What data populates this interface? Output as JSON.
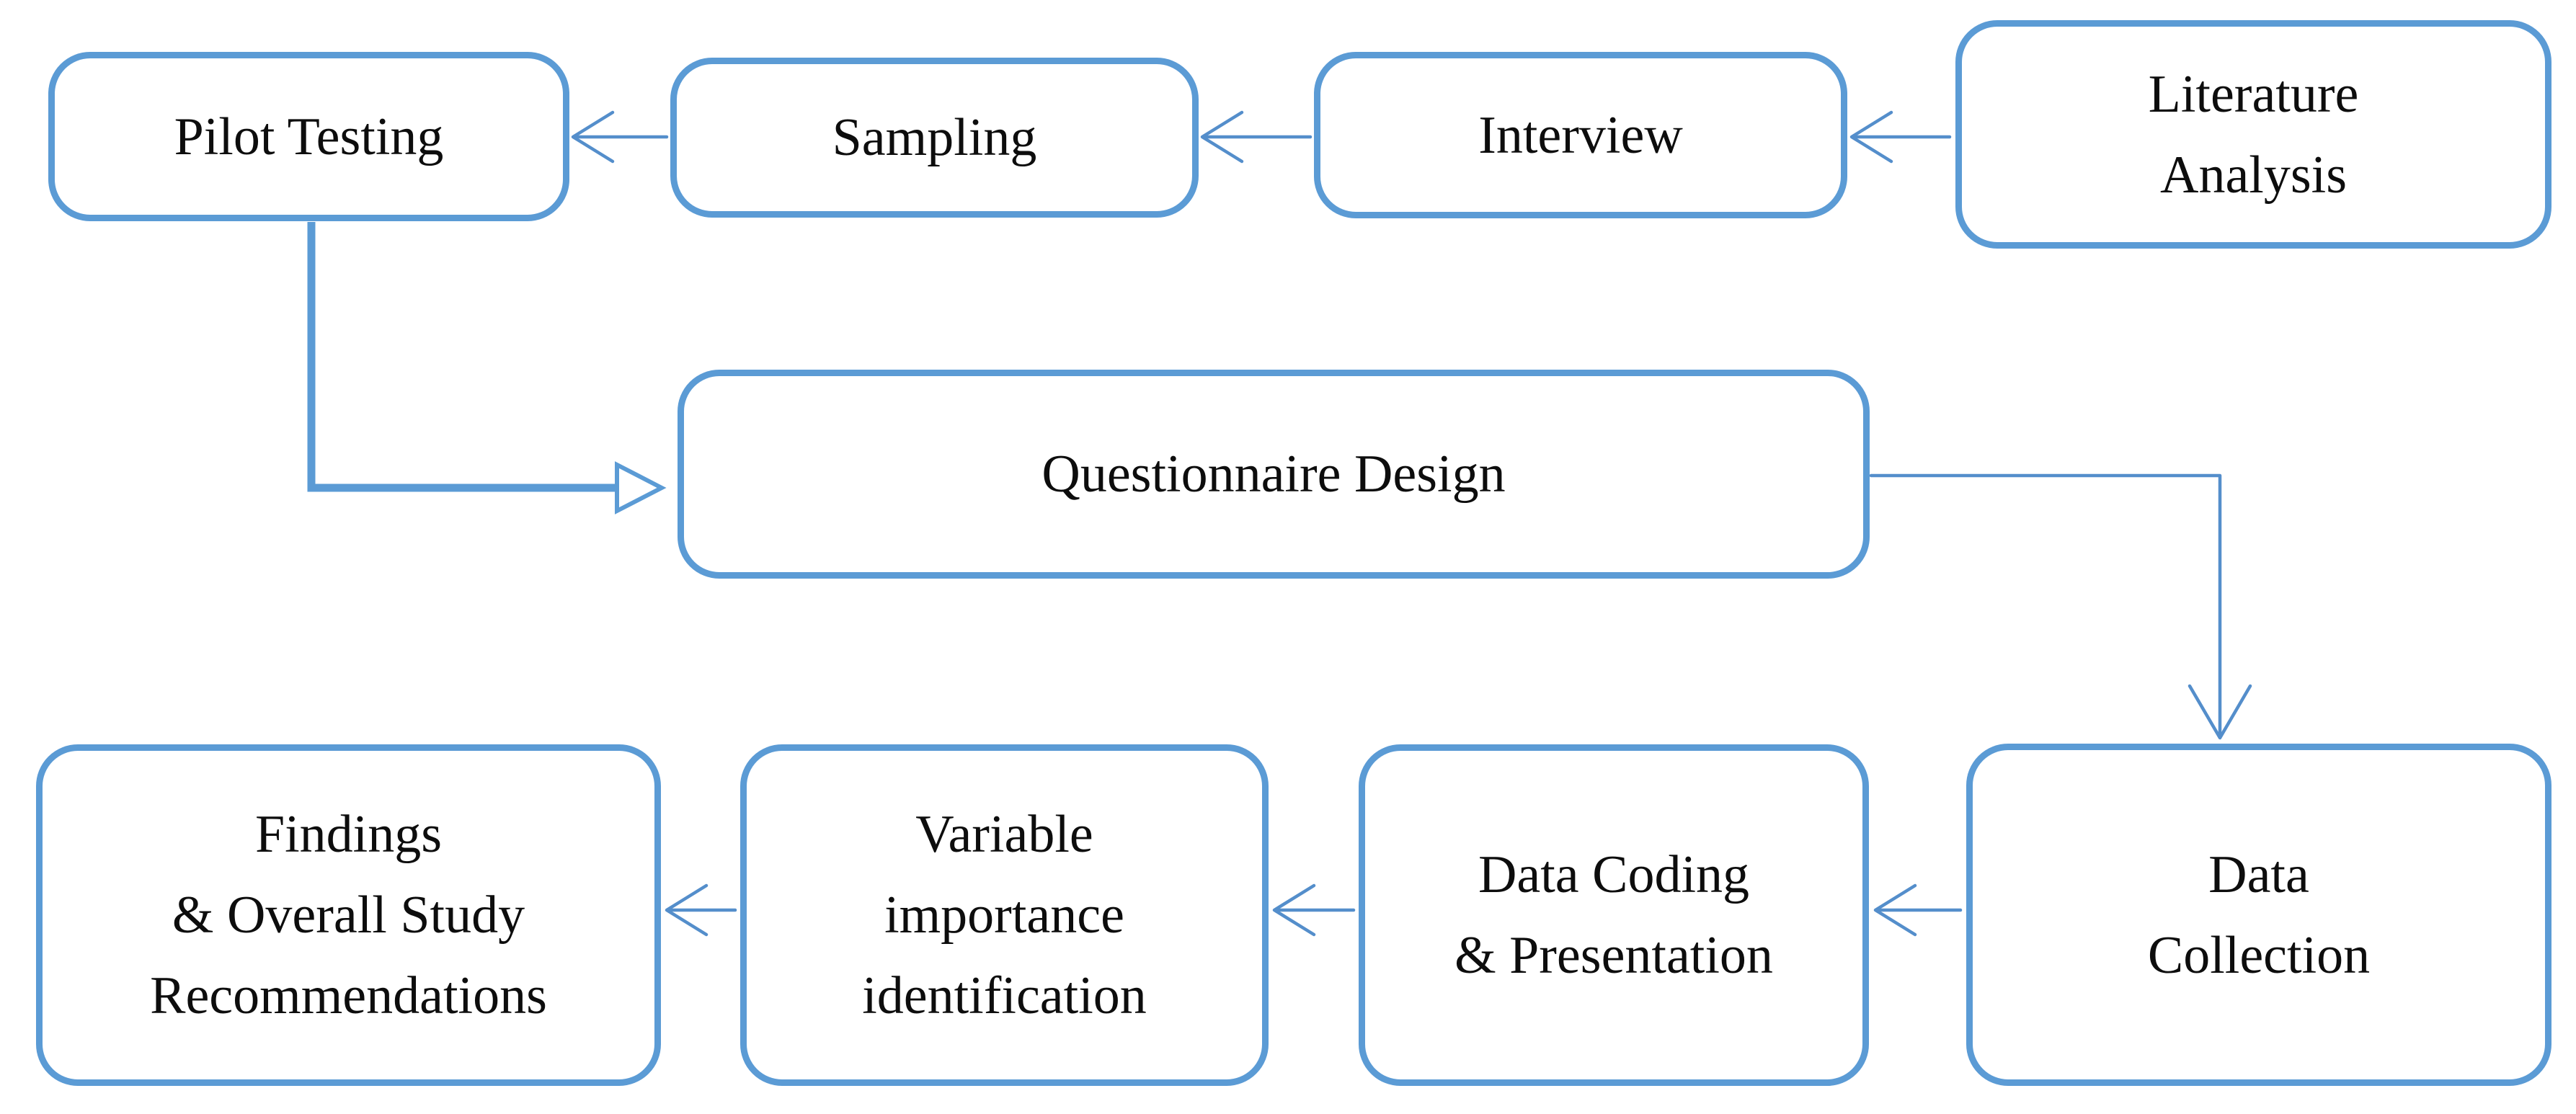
{
  "diagram": {
    "title": "Research methodology flowchart",
    "colors": {
      "accent": "#5B9BD5",
      "arrow": "#548ECB",
      "text": "#0D0D0D",
      "background": "#FFFFFF"
    },
    "nodes": {
      "pilot": {
        "label": "Pilot Testing",
        "lines": [
          "Pilot Testing"
        ]
      },
      "sampling": {
        "label": "Sampling",
        "lines": [
          "Sampling"
        ]
      },
      "interview": {
        "label": "Interview",
        "lines": [
          "Interview"
        ]
      },
      "literature": {
        "label": "Literature Analysis",
        "lines": [
          "Literature",
          "Analysis"
        ]
      },
      "questionnaire": {
        "label": "Questionnaire Design",
        "lines": [
          "Questionnaire Design"
        ]
      },
      "findings": {
        "label": "Findings & Overall Study Recommendations",
        "lines": [
          "Findings",
          "& Overall Study",
          "Recommendations"
        ]
      },
      "variable": {
        "label": "Variable importance identification",
        "lines": [
          "Variable",
          "importance",
          "identification"
        ]
      },
      "datacoding": {
        "label": "Data Coding & Presentation",
        "lines": [
          "Data Coding",
          "& Presentation"
        ]
      },
      "datacollection": {
        "label": "Data Collection",
        "lines": [
          "Data",
          "Collection"
        ]
      }
    },
    "edges": [
      {
        "from": "Literature Analysis",
        "to": "Interview"
      },
      {
        "from": "Interview",
        "to": "Sampling"
      },
      {
        "from": "Sampling",
        "to": "Pilot Testing"
      },
      {
        "from": "Pilot Testing",
        "to": "Questionnaire Design"
      },
      {
        "from": "Questionnaire Design",
        "to": "Data Collection"
      },
      {
        "from": "Data Collection",
        "to": "Data Coding & Presentation"
      },
      {
        "from": "Data Coding & Presentation",
        "to": "Variable importance identification"
      },
      {
        "from": "Variable importance identification",
        "to": "Findings & Overall Study Recommendations"
      }
    ]
  }
}
